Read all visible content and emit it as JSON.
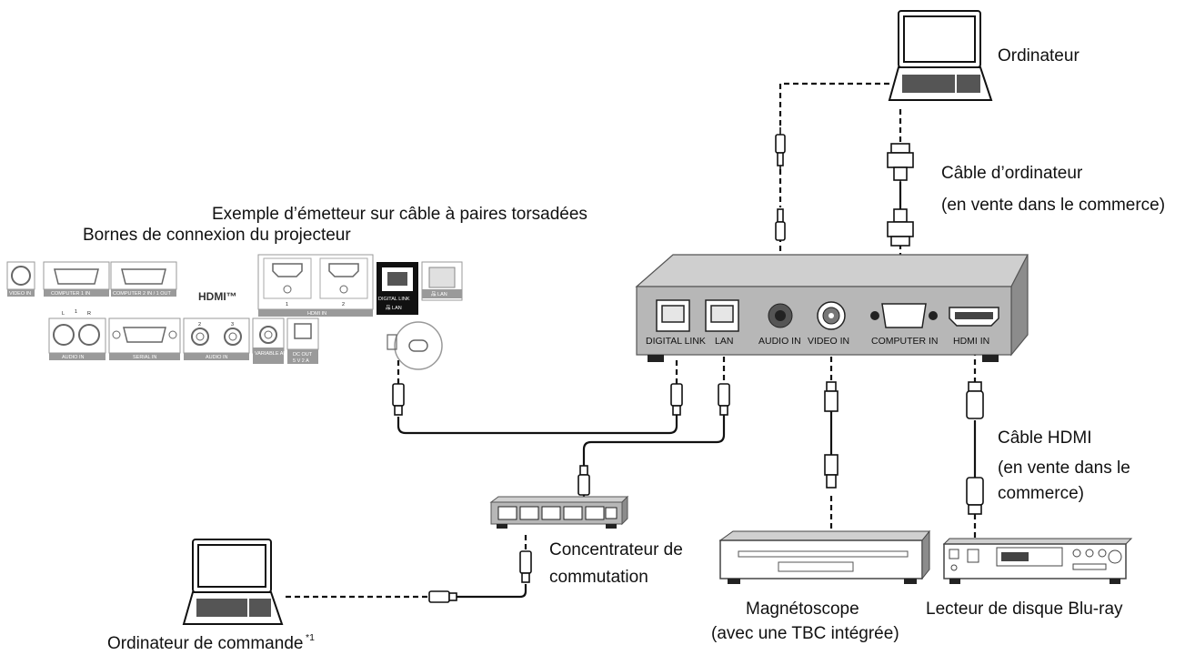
{
  "labels": {
    "computer": "Ordinateur",
    "computer_cable": "Câble d’ordinateur",
    "computer_cable_note": "(en vente dans le commerce)",
    "transmitter": "Exemple d’émetteur sur câble à paires torsadées",
    "projector_terminals": "Bornes de connexion du projecteur",
    "hdmi_cable": "Câble HDMI",
    "hdmi_cable_note_1": "(en vente dans le",
    "hdmi_cable_note_2": "commerce)",
    "switching_hub_1": "Concentrateur de",
    "switching_hub_2": "commutation",
    "vcr": "Magnétoscope",
    "vcr_note": "(avec une TBC intégrée)",
    "bluray": "Lecteur de disque Blu-ray",
    "control_computer": "Ordinateur de commande",
    "control_computer_note": "*1"
  },
  "transmitter_ports": {
    "digital_link": "DIGITAL LINK",
    "lan": "LAN",
    "audio_in": "AUDIO IN",
    "video_in": "VIDEO IN",
    "computer_in": "COMPUTER IN",
    "hdmi_in": "HDMI IN"
  },
  "projector_ports": {
    "video_in": "VIDEO IN",
    "computer1_in": "COMPUTER 1 IN",
    "computer2_in": "COMPUTER 2 IN / 1 OUT",
    "hdmi_logo": "HDMI™",
    "hdmi_in": "HDMI IN",
    "hdmi_1": "1",
    "hdmi_2": "2",
    "digital_link": "DIGITAL LINK",
    "digital_link_lan": "品 LAN",
    "lan": "品 LAN",
    "audio_in_1": "AUDIO IN",
    "audio_l": "L",
    "audio_r": "R",
    "audio_1": "1",
    "serial_in": "SERIAL IN",
    "audio_in_23": "AUDIO IN",
    "audio_2": "2",
    "audio_3": "3",
    "variable_audio_out": "VARIABLE AUDIO OUT",
    "dc_out": "DC OUT",
    "dc_out_spec": "5 V  2 A"
  },
  "colors": {
    "line": "#111111",
    "device_gray": "#b7b7b7",
    "device_dark": "#6b6b6b",
    "panel_gray": "#9a9a9a"
  }
}
